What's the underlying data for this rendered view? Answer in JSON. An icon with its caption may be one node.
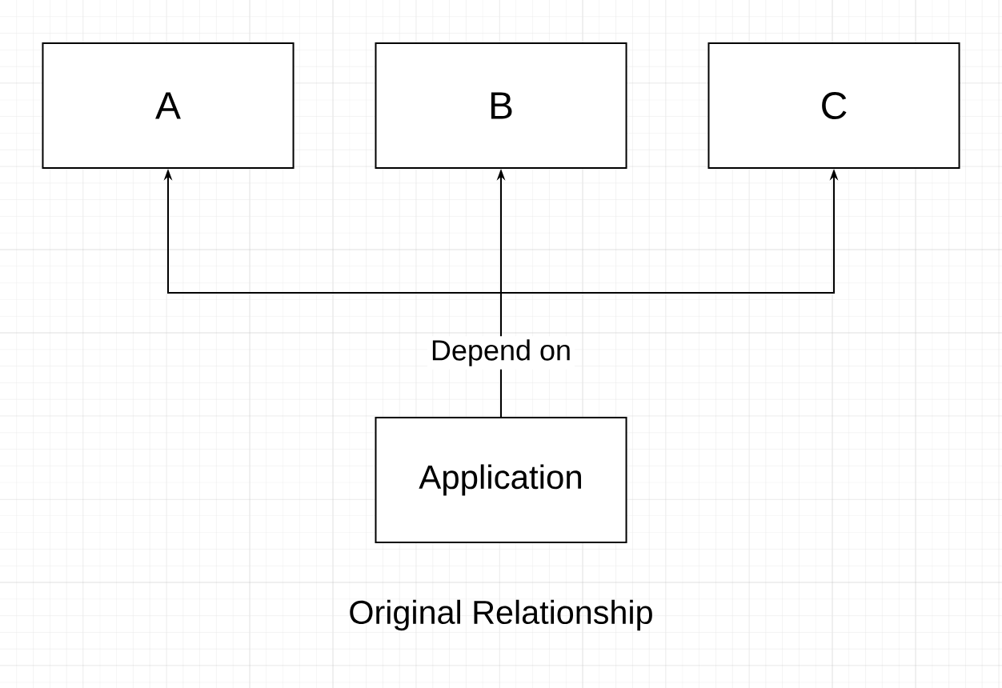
{
  "diagram": {
    "caption": "Original Relationship",
    "nodes": [
      {
        "text": [
          "A"
        ]
      },
      {
        "text": [
          "B"
        ]
      },
      {
        "text": [
          "C"
        ]
      },
      {
        "text": [
          "Application"
        ]
      }
    ],
    "edges": [
      {
        "from": 3,
        "to": 0,
        "arrow": "to"
      },
      {
        "from": 3,
        "to": 1,
        "arrow": "to",
        "label": "Depend on"
      },
      {
        "from": 3,
        "to": 2,
        "arrow": "to"
      }
    ]
  }
}
